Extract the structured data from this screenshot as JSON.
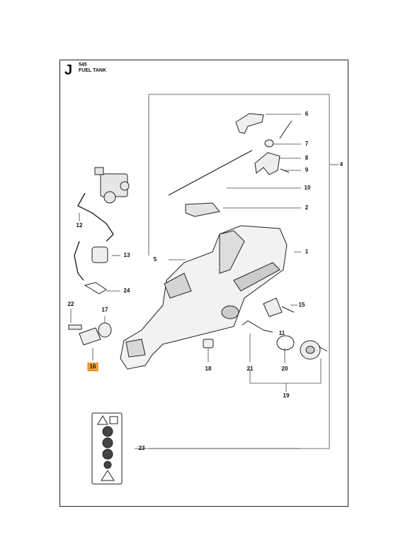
{
  "header": {
    "section_letter": "J",
    "model": "545",
    "title": "FUEL TANK"
  },
  "highlight_color": "#f7a33a",
  "part_numbers": [
    {
      "id": "p6",
      "text": "6"
    },
    {
      "id": "p7",
      "text": "7"
    },
    {
      "id": "p8",
      "text": "8"
    },
    {
      "id": "p4",
      "text": "4"
    },
    {
      "id": "p9",
      "text": "9"
    },
    {
      "id": "p10",
      "text": "10"
    },
    {
      "id": "p2",
      "text": "2"
    },
    {
      "id": "p1",
      "text": "1"
    },
    {
      "id": "p5",
      "text": "5"
    },
    {
      "id": "p12",
      "text": "12"
    },
    {
      "id": "p13",
      "text": "13"
    },
    {
      "id": "p24",
      "text": "24"
    },
    {
      "id": "p22",
      "text": "22"
    },
    {
      "id": "p17",
      "text": "17"
    },
    {
      "id": "p15",
      "text": "15"
    },
    {
      "id": "p11",
      "text": "11"
    },
    {
      "id": "p16",
      "text": "16",
      "highlighted": true
    },
    {
      "id": "p18",
      "text": "18"
    },
    {
      "id": "p21",
      "text": "21"
    },
    {
      "id": "p20",
      "text": "20"
    },
    {
      "id": "p19",
      "text": "19"
    },
    {
      "id": "p23",
      "text": "23"
    }
  ]
}
